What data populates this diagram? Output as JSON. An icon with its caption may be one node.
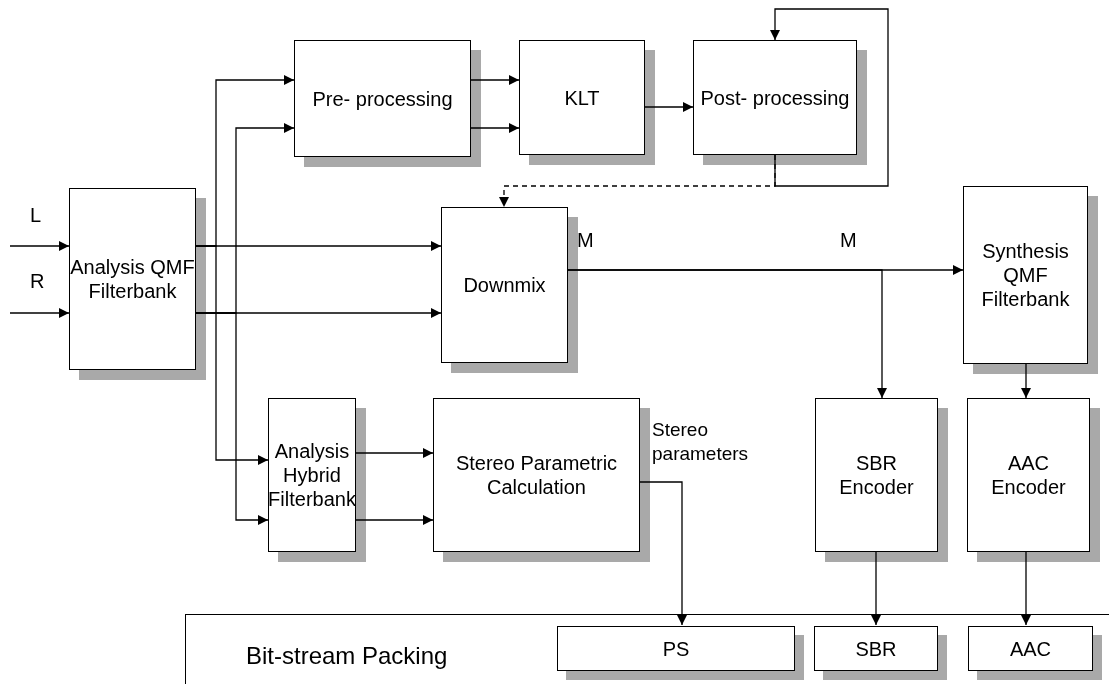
{
  "diagram": {
    "nodes": [
      {
        "text": [
          "Pre- processing"
        ]
      },
      {
        "text": [
          "KLT"
        ]
      },
      {
        "text": [
          "Post- processing"
        ]
      },
      {
        "text": [
          "Analysis QMF Filterbank"
        ]
      },
      {
        "text": [
          "Downmix"
        ]
      },
      {
        "text": [
          "Synthesis QMF Filterbank"
        ]
      },
      {
        "text": [
          "Analysis Hybrid Filterbank"
        ]
      },
      {
        "text": [
          "Stereo Parametric Calculation"
        ]
      },
      {
        "text": [
          "SBR Encoder"
        ]
      },
      {
        "text": [
          "AAC Encoder"
        ]
      },
      {
        "text": [
          "Bit-stream Packing"
        ]
      },
      {
        "text": [
          "PS"
        ],
        "in": 10
      },
      {
        "text": [
          "SBR"
        ],
        "in": 10
      },
      {
        "text": [
          "AAC"
        ],
        "in": 10
      }
    ],
    "edges": [
      {
        "from": null,
        "to": 3,
        "arrow": "to"
      },
      {
        "from": null,
        "to": 3,
        "arrow": "to"
      },
      {
        "from": 3,
        "to": 4,
        "arrow": "to"
      },
      {
        "from": 3,
        "to": 4,
        "arrow": "to"
      },
      {
        "from": 3,
        "to": 0,
        "arrow": "to"
      },
      {
        "from": 3,
        "to": 0,
        "arrow": "to"
      },
      {
        "from": 3,
        "to": 6,
        "arrow": "to"
      },
      {
        "from": 3,
        "to": 6,
        "arrow": "to"
      },
      {
        "from": 0,
        "to": 1,
        "arrow": "to"
      },
      {
        "from": 0,
        "to": 1,
        "arrow": "to"
      },
      {
        "from": 1,
        "to": 2,
        "arrow": "to"
      },
      {
        "from": 2,
        "to": 2,
        "arrow": "to"
      },
      {
        "from": 2,
        "to": 4,
        "arrow": "to",
        "style": "dashed"
      },
      {
        "from": 6,
        "to": 7,
        "arrow": "to"
      },
      {
        "from": 6,
        "to": 7,
        "arrow": "to"
      },
      {
        "from": 4,
        "to": 5,
        "arrow": "to"
      },
      {
        "from": 4,
        "to": 8,
        "arrow": "to"
      },
      {
        "from": 5,
        "to": 9,
        "arrow": "to"
      },
      {
        "from": 7,
        "to": 11,
        "arrow": "to",
        "label": "Stereo parameters"
      },
      {
        "from": 8,
        "to": 12,
        "arrow": "to"
      },
      {
        "from": 9,
        "to": 13,
        "arrow": "to"
      }
    ],
    "labels": [
      "L",
      "R",
      "M",
      "M"
    ]
  }
}
